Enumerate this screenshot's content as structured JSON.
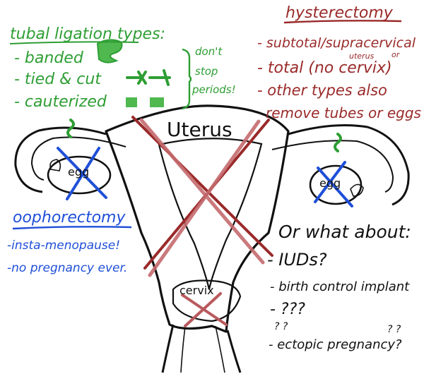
{
  "colors": {
    "tubal": "#2e9e34",
    "hysterectomy": "#9a2a2a",
    "hysterectomy_light": "#b9595d",
    "oophorectomy": "#1f4fd8",
    "ink": "#111111"
  },
  "uterus": {
    "label": "Uterus"
  },
  "cervix": {
    "label": "cervix"
  },
  "ovary_left": {
    "label": "egg"
  },
  "ovary_right": {
    "label": "egg"
  },
  "tubal": {
    "title": "tubal ligation types:",
    "items": [
      "- banded",
      "- tied & cut",
      "- cauterized"
    ],
    "note": [
      "don't",
      "stop",
      "periods!"
    ]
  },
  "hysterectomy": {
    "title": "hysterectomy",
    "items": [
      "- subtotal/supracervical",
      "- total (no cervix)",
      "- other types also",
      "remove tubes or eggs"
    ],
    "annotation": [
      "uterus",
      "or"
    ]
  },
  "oophorectomy": {
    "title": "oophorectomy",
    "items": [
      "-insta-menopause!",
      "-no pregnancy ever."
    ]
  },
  "questions": {
    "title": "Or what about:",
    "items": [
      "- IUDs?",
      "- birth control implant",
      "- ???",
      "- ectopic pregnancy?"
    ],
    "extra_marks": [
      "? ?",
      "? ?"
    ]
  }
}
